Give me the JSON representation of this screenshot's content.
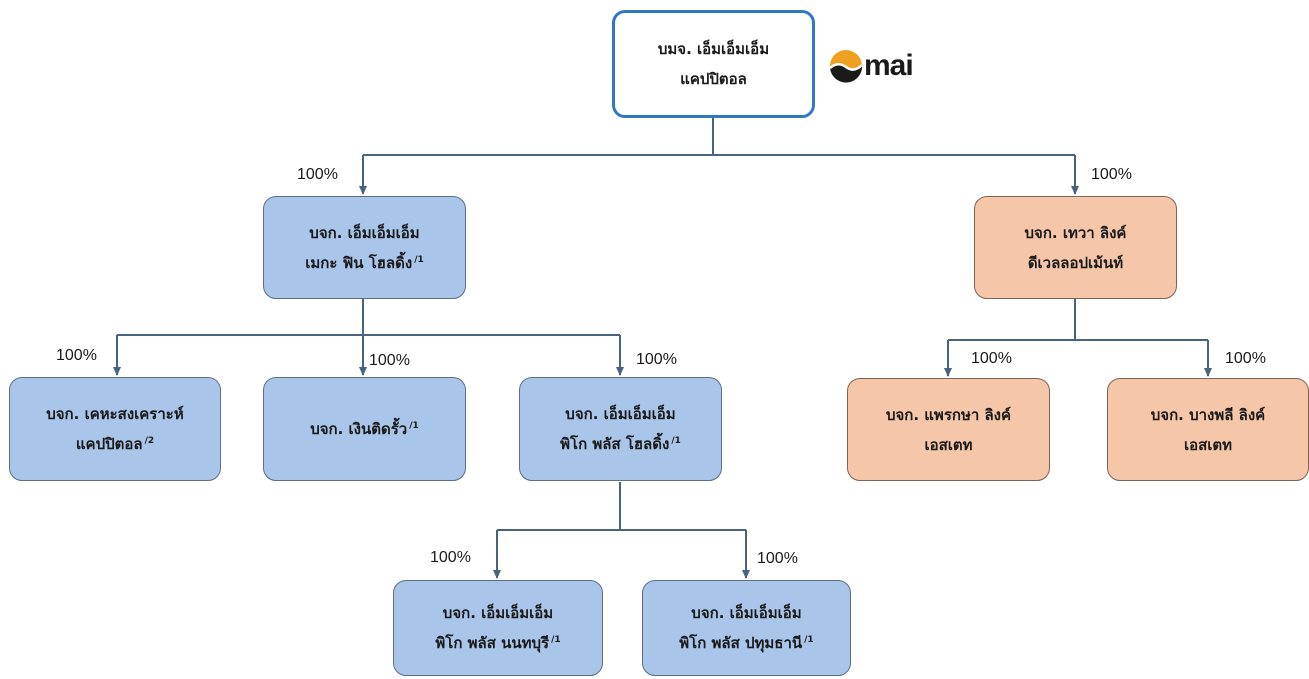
{
  "logo": {
    "text": "mai",
    "colors": {
      "orange": "#f0a020",
      "dark": "#1a1a1a"
    }
  },
  "colors": {
    "subsidiary_blue": "#a9c6ea",
    "subsidiary_orange": "#f6c6a8",
    "root_border": "#2f78c4",
    "connector": "#47637f"
  },
  "nodes": {
    "root": {
      "line1": "บมจ. เอ็มเอ็มเอ็ม",
      "line2": "แคปปิตอล",
      "fn": ""
    },
    "meka": {
      "line1": "บจก. เอ็มเอ็มเอ็ม",
      "line2": "เมกะ ฟิน โฮลดิ้ง",
      "fn": "/1"
    },
    "tewa": {
      "line1": "บจก. เทวา ลิงค์",
      "line2": "ดีเวลลอปเม้นท์",
      "fn": ""
    },
    "kehasong": {
      "line1": "บจก. เคหะสงเคราะห์",
      "line2": "แคปปิตอล",
      "fn": "/2"
    },
    "ngern": {
      "line1": "",
      "line2": "บจก. เงินติดรั้ว",
      "fn": "/1"
    },
    "pico_holding": {
      "line1": "บจก. เอ็มเอ็มเอ็ม",
      "line2": "พิโก พลัส โฮลดิ้ง",
      "fn": "/1"
    },
    "praeksa": {
      "line1": "บจก. แพรกษา ลิงค์",
      "line2": "เอสเตท",
      "fn": ""
    },
    "bangplee": {
      "line1": "บจก. บางพลี ลิงค์",
      "line2": "เอสเตท",
      "fn": ""
    },
    "pico_nont": {
      "line1": "บจก. เอ็มเอ็มเอ็ม",
      "line2": "พิโก พลัส นนทบุรี",
      "fn": "/1"
    },
    "pico_pathum": {
      "line1": "บจก. เอ็มเอ็มเอ็ม",
      "line2": "พิโก พลัส ปทุมธานี",
      "fn": "/1"
    }
  },
  "ownership": {
    "meka": "100%",
    "tewa": "100%",
    "kehasong": "100%",
    "ngern": "100%",
    "pico_holding": "100%",
    "praeksa": "100%",
    "bangplee": "100%",
    "pico_nont": "100%",
    "pico_pathum": "100%"
  }
}
